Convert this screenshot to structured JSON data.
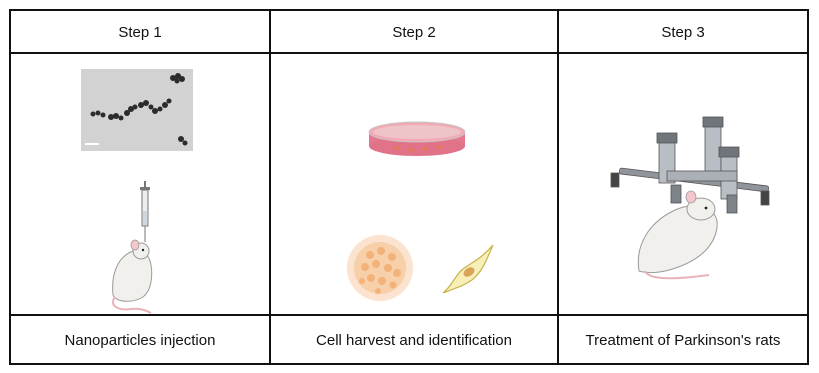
{
  "columns": [
    {
      "header": "Step 1",
      "caption": "Nanoparticles injection"
    },
    {
      "header": "Step 2",
      "caption": "Cell harvest and identification"
    },
    {
      "header": "Step 3",
      "caption": "Treatment of Parkinson's rats"
    }
  ],
  "icons": {
    "step1": [
      "nanoparticle-micrograph",
      "syringe",
      "rat"
    ],
    "step2": [
      "petri-dish",
      "cell-colony",
      "spindle-cell"
    ],
    "step3": [
      "stereotaxic-frame",
      "rat"
    ]
  },
  "colors": {
    "border": "#111111",
    "rat_body": "#f2f0ec",
    "rat_tail": "#e8b4b8",
    "dish_medium": "#e2607a",
    "colony": "#f2b27a"
  }
}
